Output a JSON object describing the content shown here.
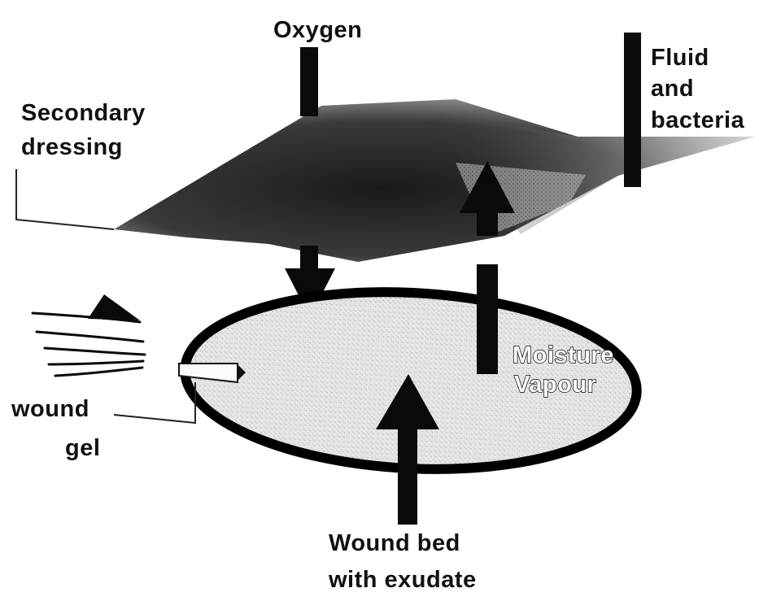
{
  "labels": {
    "oxygen": "Oxygen",
    "fluid_line1": "Fluid",
    "fluid_line2": "and",
    "fluid_line3": "bacteria",
    "secondary_line1": "Secondary",
    "secondary_line2": "dressing",
    "moisture_line1": "Moisture",
    "moisture_line2": "Vapour",
    "wound_gel_line1": "wound",
    "wound_gel_line2": "gel",
    "wound_bed_line1": "Wound bed",
    "wound_bed_line2": "with exudate"
  },
  "colors": {
    "dressing": "#2a2a2a",
    "arrow": "#0a0a0a",
    "wound_bed_fill": "#e4e4e4",
    "wound_bed_outline": "#000000"
  }
}
